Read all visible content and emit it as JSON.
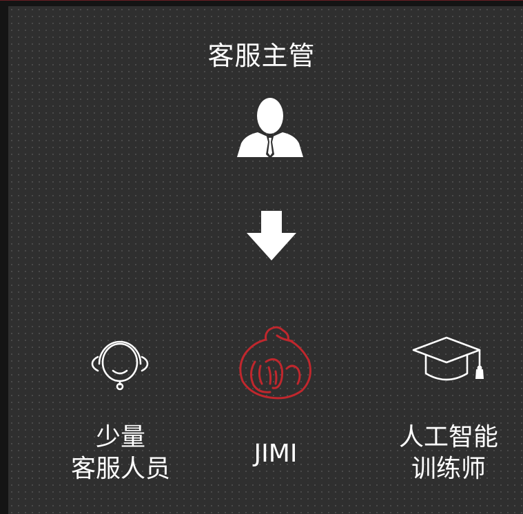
{
  "diagram": {
    "title": "客服主管",
    "items": [
      {
        "line1": "少量",
        "line2": "客服人员",
        "icon": "headset-icon"
      },
      {
        "line1": "JIMI",
        "icon": "jimi-mascot-icon"
      },
      {
        "line1": "人工智能",
        "line2": "训练师",
        "icon": "graduation-cap-icon"
      }
    ]
  },
  "colors": {
    "background": "#2f2f2f",
    "accent": "#c0272d",
    "text": "#ffffff"
  }
}
